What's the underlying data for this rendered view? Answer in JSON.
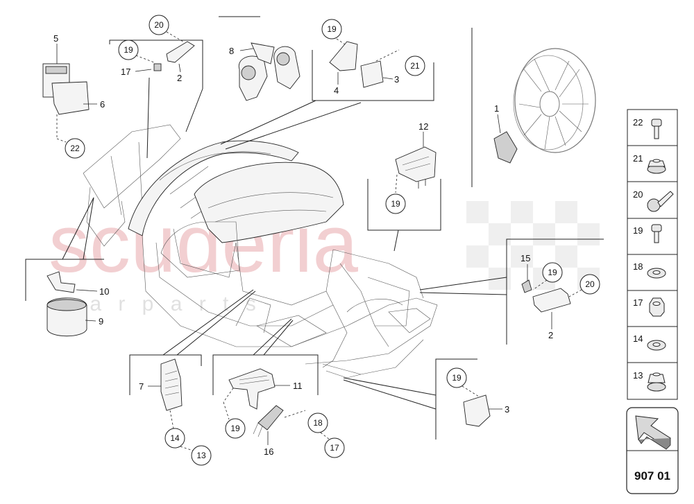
{
  "diagram_code": "907 01",
  "watermark": {
    "main": "scuderia",
    "sub": "c a r   p a r t s",
    "color": "#e6a0a5"
  },
  "fastener_legend": [
    {
      "number": "22",
      "icon": "long-bolt-icon"
    },
    {
      "number": "21",
      "icon": "flange-nut-icon"
    },
    {
      "number": "20",
      "icon": "flange-bolt-icon"
    },
    {
      "number": "19",
      "icon": "short-bolt-icon"
    },
    {
      "number": "18",
      "icon": "flat-washer-icon"
    },
    {
      "number": "17",
      "icon": "hex-nut-icon"
    },
    {
      "number": "14",
      "icon": "spring-washer-icon"
    },
    {
      "number": "13",
      "icon": "flange-nut-icon"
    }
  ],
  "callouts": {
    "c1_n5": "5",
    "c1_n6": "6",
    "c1_c22": "22",
    "c2_c20": "20",
    "c2_c19": "19",
    "c2_n17": "17",
    "c2_n2": "2",
    "c3_n8": "8",
    "c4_c19": "19",
    "c4_c21": "21",
    "c4_n4": "4",
    "c4_n3": "3",
    "c5_n1": "1",
    "c6_n12": "12",
    "c6_c19": "19",
    "c7_n10": "10",
    "c7_n9": "9",
    "c8_n15": "15",
    "c8_c19": "19",
    "c8_c20": "20",
    "c8_n2": "2",
    "c9_n7": "7",
    "c9_c14": "14",
    "c9_c13": "13",
    "c10_n11": "11",
    "c10_c19": "19",
    "c10_n16": "16",
    "c10_c18": "18",
    "c10_c17": "17",
    "c11_c19": "19",
    "c11_n3": "3"
  }
}
